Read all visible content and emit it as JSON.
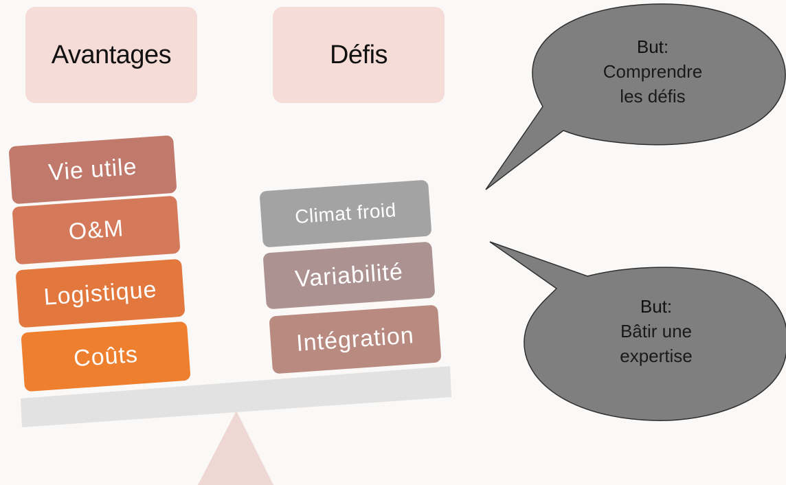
{
  "headers": {
    "left": "Avantages",
    "right": "Défis"
  },
  "advantages": [
    "Vie utile",
    "O&M",
    "Logistique",
    "Coûts"
  ],
  "challenges": [
    "Climat froid",
    "Variabilité",
    "Intégration"
  ],
  "bubbles": [
    {
      "title": "But:",
      "line1": "Comprendre",
      "line2": "les défis"
    },
    {
      "title": "But:",
      "line1": "Bâtir une",
      "line2": "expertise"
    }
  ],
  "colors": {
    "header_bg": "#f5dcd6",
    "vie_utile": "#c0796a",
    "om": "#d47a5a",
    "logistique": "#e3783e",
    "couts": "#ee7f2f",
    "climat": "#a3a3a3",
    "variabilite": "#ac9290",
    "integration": "#b88a80",
    "beam": "#e2e2e2",
    "fulcrum": "#efd7d3",
    "bubble": "#7f7f7f"
  }
}
